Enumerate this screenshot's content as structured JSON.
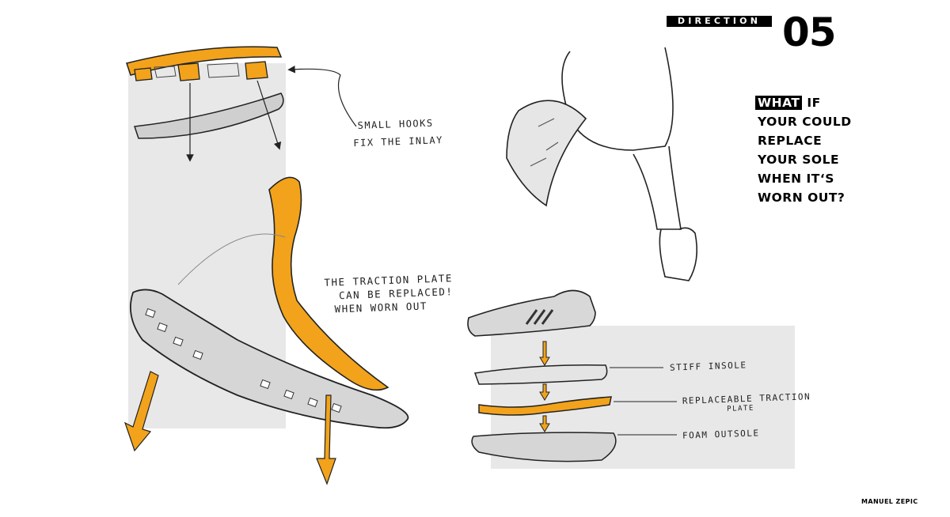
{
  "header": {
    "direction_label": "DIRECTION",
    "direction_number": "05"
  },
  "question": {
    "highlight": "WHAT",
    "line1_rest": " IF",
    "line2": "YOUR COULD",
    "line3": "REPLACE",
    "line4": "YOUR SOLE",
    "line5": "WHEN IT‘S",
    "line6": "WORN OUT?"
  },
  "annotations": {
    "hooks_line1": "SMALL HOOKS",
    "hooks_line2": "FIX THE INLAY",
    "traction_line1": "THE TRACTION PLATE",
    "traction_line2": "CAN BE REPLACED!",
    "traction_line3": "WHEN WORN OUT"
  },
  "exploded_labels": {
    "insole": "STIFF INSOLE",
    "traction_line1": "REPLACEABLE TRACTION",
    "traction_line2": "PLATE",
    "outsole": "FOAM OUTSOLE"
  },
  "author": "MANUEL ZEPIC",
  "colors": {
    "accent_orange": "#f2a31b",
    "panel_gray": "#e8e8e8",
    "ink": "#1a1a1a"
  }
}
